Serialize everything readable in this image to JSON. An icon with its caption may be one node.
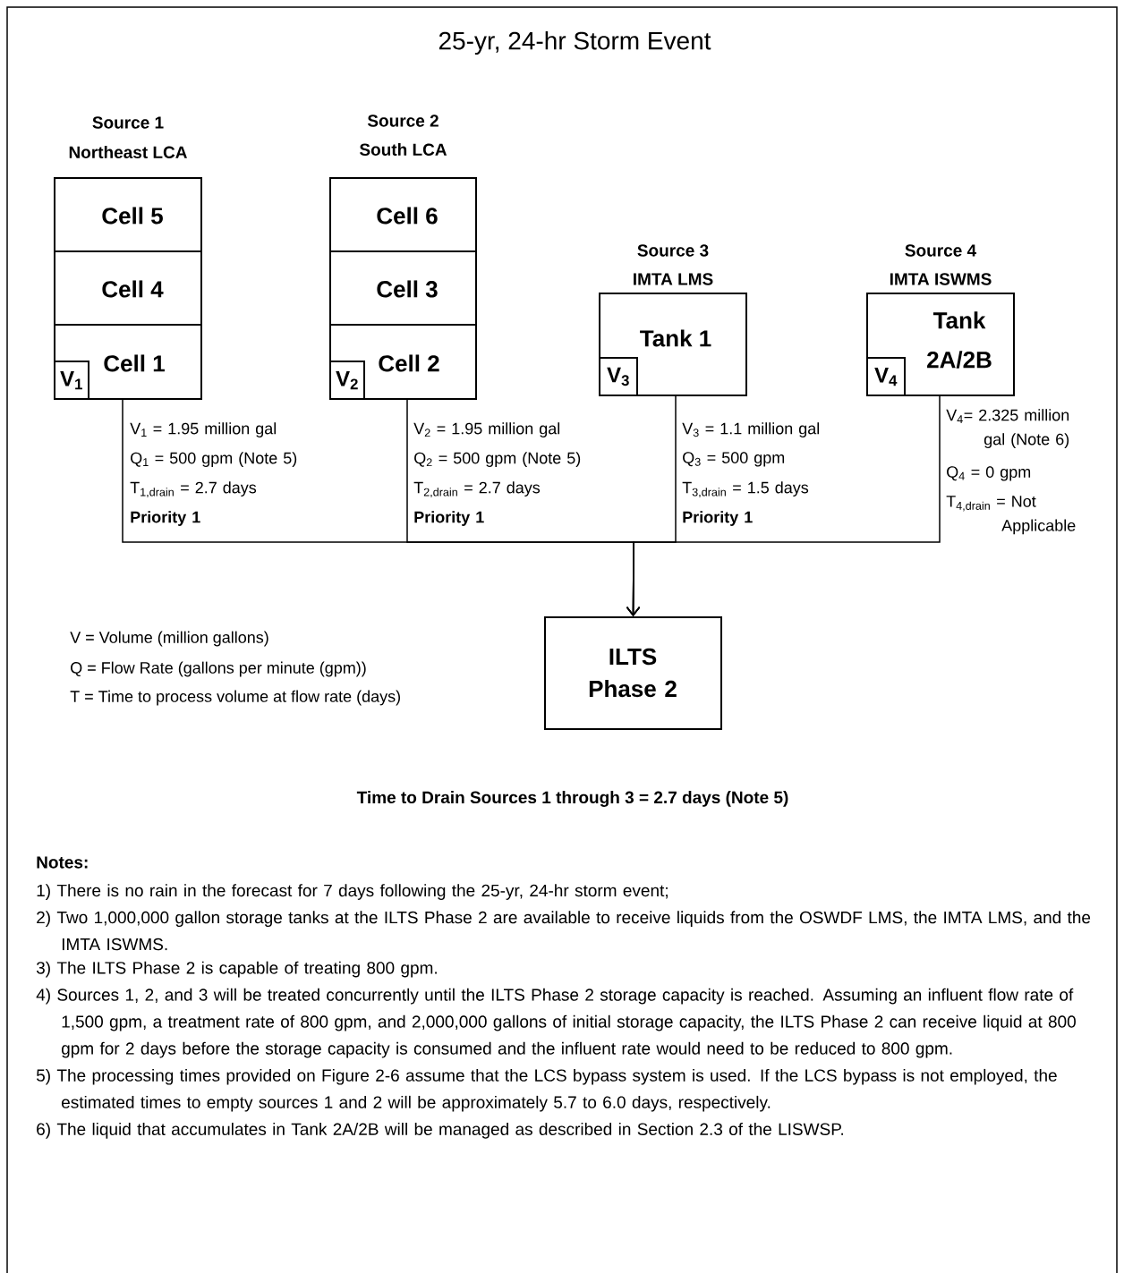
{
  "diagram": {
    "title": "25-yr, 24-hr Storm Event",
    "nodes": [
      {
        "text": [
          "Source 1",
          "Northeast LCA",
          "Cell 5"
        ]
      },
      {
        "text": [
          "Cell 4"
        ]
      },
      {
        "text": [
          "Cell 1"
        ],
        "beside": [
          "V$_{1}$ = 1.95 million gal",
          "Q$_{1}$ = 500 gpm (Note 5)",
          "T$_{1,drain}$ = 2.7 days",
          "Priority 1"
        ]
      },
      {
        "text": [
          "V$_{1}$"
        ],
        "in": 2
      },
      {
        "text": [
          "Source 2",
          "South LCA",
          "Cell 6"
        ]
      },
      {
        "text": [
          "Cell 3"
        ]
      },
      {
        "text": [
          "Cell 2"
        ],
        "beside": [
          "V$_{2}$ = 1.95 million gal",
          "Q$_{2}$ = 500 gpm (Note 5)",
          "T$_{2,drain}$ = 2.7 days",
          "Priority 1"
        ]
      },
      {
        "text": [
          "V$_{2}$"
        ],
        "in": 6
      },
      {
        "text": [
          "Source 3",
          "IMTA LMS",
          "Tank 1"
        ],
        "beside": [
          "V$_{3}$ = 1.1 million gal",
          "Q$_{3}$ = 500 gpm",
          "T$_{3,drain}$ = 1.5 days",
          "Priority 1"
        ]
      },
      {
        "text": [
          "V$_{3}$"
        ],
        "in": 8
      },
      {
        "text": [
          "Source 4",
          "IMTA ISWMS",
          "Tank 2A/2B"
        ],
        "beside": [
          "V$_{4}$= 2.325 million gal (Note 6)",
          "Q$_{4}$ = 0 gpm",
          "T$_{4,drain}$ = Not Applicable"
        ]
      },
      {
        "text": [
          "V$_{4}$"
        ],
        "in": 10
      },
      {
        "text": [
          "ILTS Phase 2"
        ]
      }
    ],
    "edges": [
      {
        "from": 2,
        "to": 12,
        "arrow": "to"
      },
      {
        "from": 6,
        "to": 12,
        "arrow": "to"
      },
      {
        "from": 8,
        "to": 12,
        "arrow": "to"
      },
      {
        "from": 10,
        "to": 12,
        "arrow": "to"
      }
    ],
    "labels": [
      "V = Volume (million gallons)",
      "Q = Flow Rate (gallons per minute (gpm))",
      "T = Time to process volume at flow rate (days)",
      "Time to Drain Sources 1 through 3 = 2.7 days (Note 5)",
      "Notes:",
      "1) There is no rain in the forecast for 7 days following the 25-yr, 24-hr storm event;",
      "2) Two 1,000,000 gallon storage tanks at the ILTS Phase 2 are available to receive liquids from the OSWDF LMS, the IMTA LMS, and the IMTA ISWMS.",
      "3) The ILTS Phase 2 is capable of treating 800 gpm.",
      "4) Sources 1, 2, and 3 will be treated concurrently until the ILTS Phase 2 storage capacity is reached. Assuming an influent flow rate of 1,500 gpm, a treatment rate of 800 gpm, and 2,000,000 gallons of initial storage capacity, the ILTS Phase 2 can receive liquid at 800 gpm for 2 days before the storage capacity is consumed and the influent rate would need to be reduced to 800 gpm.",
      "5) The processing times provided on Figure 2-6 assume that the LCS bypass system is used. If the LCS bypass is not employed, the estimated times to empty sources 1 and 2 will be approximately 5.7 to 6.0 days, respectively.",
      "6) The liquid that accumulates in Tank 2A/2B will be managed as described in Section 2.3 of the LISWSP."
    ]
  }
}
